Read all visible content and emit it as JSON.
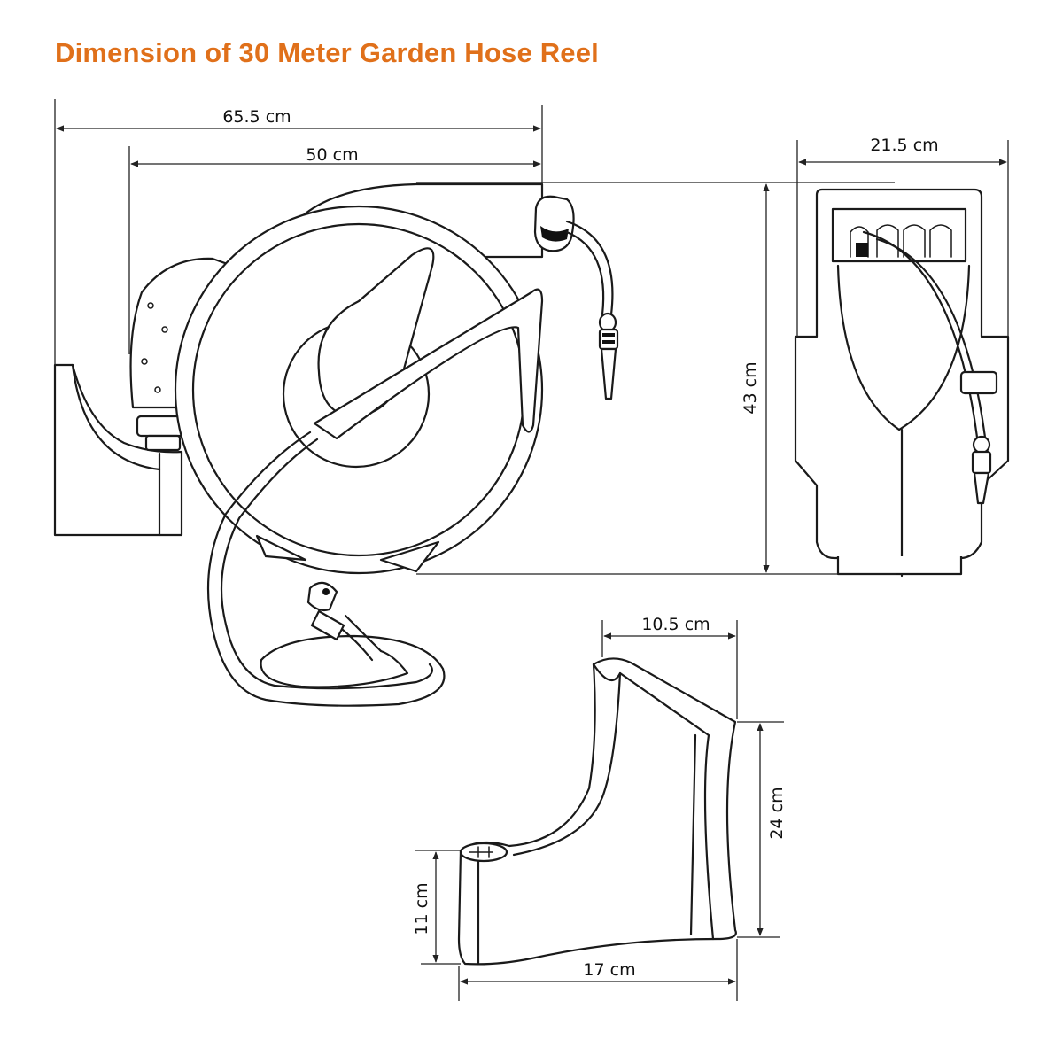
{
  "title": "Dimension of 30 Meter Garden Hose Reel",
  "colors": {
    "title": "#E0701A",
    "line": "#1a1a1a",
    "background": "#ffffff"
  },
  "dimensions": {
    "overall_width": "65.5 cm",
    "reel_width": "50 cm",
    "height": "43 cm",
    "depth": "21.5 cm",
    "bracket_depth": "10.5 cm",
    "bracket_height": "24 cm",
    "bracket_base_height": "11 cm",
    "bracket_length": "17 cm"
  }
}
